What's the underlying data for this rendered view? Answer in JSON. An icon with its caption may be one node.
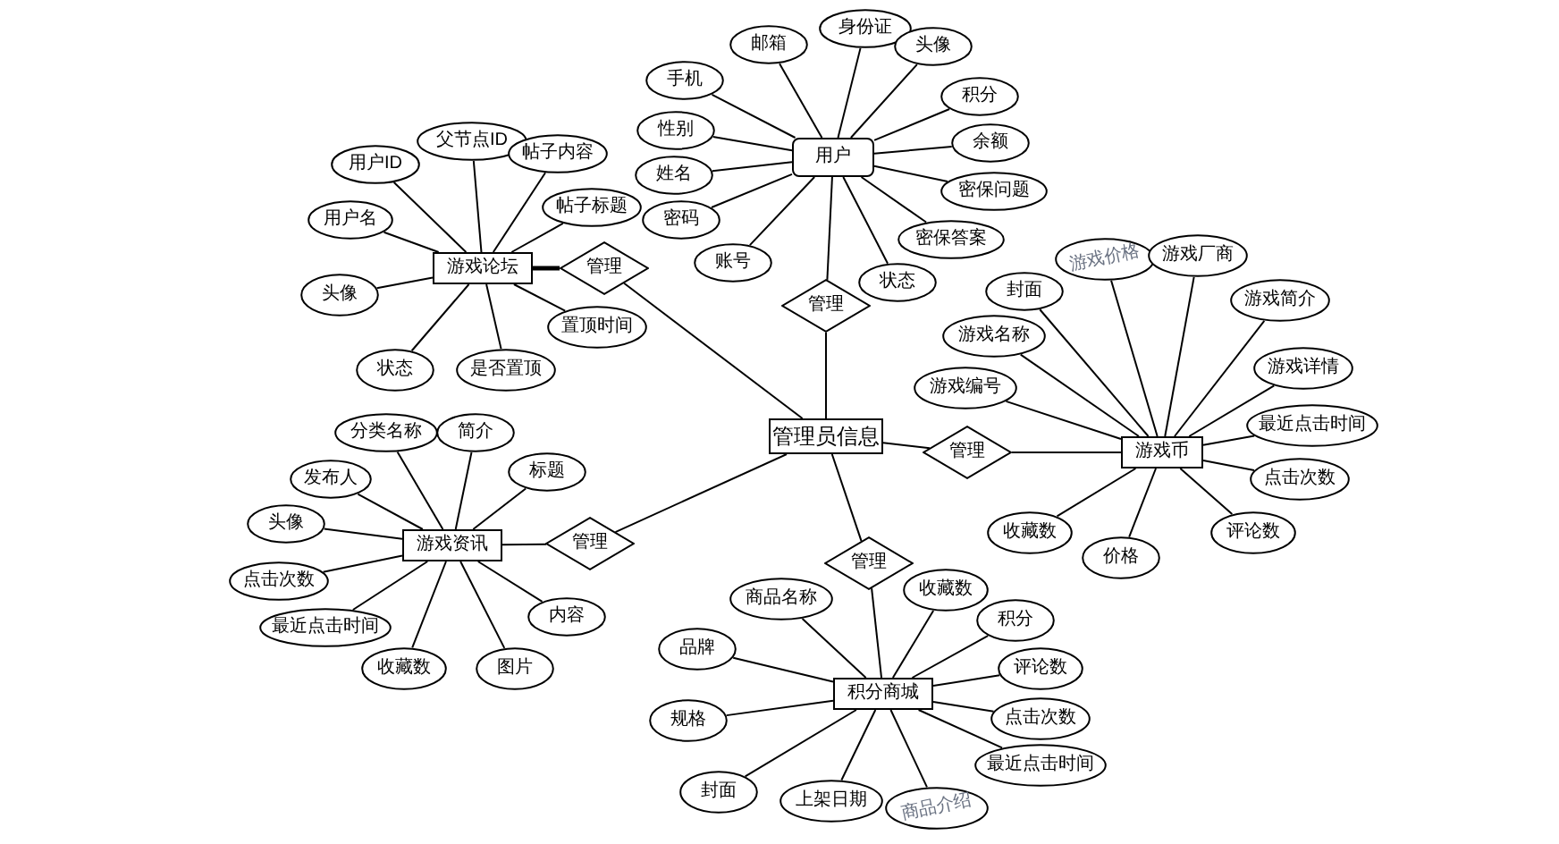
{
  "diagram": {
    "nodes": [
      {
        "text": [
          "管理员信息"
        ]
      },
      {
        "text": [
          "用户"
        ]
      },
      {
        "text": [
          "手机"
        ]
      },
      {
        "text": [
          "邮箱"
        ]
      },
      {
        "text": [
          "身份证"
        ]
      },
      {
        "text": [
          "头像"
        ]
      },
      {
        "text": [
          "积分"
        ]
      },
      {
        "text": [
          "余额"
        ]
      },
      {
        "text": [
          "密保问题"
        ]
      },
      {
        "text": [
          "密保答案"
        ]
      },
      {
        "text": [
          "状态"
        ]
      },
      {
        "text": [
          "账号"
        ]
      },
      {
        "text": [
          "密码"
        ]
      },
      {
        "text": [
          "姓名"
        ]
      },
      {
        "text": [
          "性别"
        ]
      },
      {
        "text": [
          "管理"
        ]
      },
      {
        "text": [
          "游戏论坛"
        ]
      },
      {
        "text": [
          "用户ID"
        ]
      },
      {
        "text": [
          "父节点ID"
        ]
      },
      {
        "text": [
          "帖子内容"
        ]
      },
      {
        "text": [
          "帖子标题"
        ]
      },
      {
        "text": [
          "用户名"
        ]
      },
      {
        "text": [
          "头像"
        ]
      },
      {
        "text": [
          "状态"
        ]
      },
      {
        "text": [
          "是否置顶"
        ]
      },
      {
        "text": [
          "置顶时间"
        ]
      },
      {
        "text": [
          "管理"
        ]
      },
      {
        "text": [
          "游戏资讯"
        ]
      },
      {
        "text": [
          "分类名称"
        ]
      },
      {
        "text": [
          "简介"
        ]
      },
      {
        "text": [
          "标题"
        ]
      },
      {
        "text": [
          "发布人"
        ]
      },
      {
        "text": [
          "头像"
        ]
      },
      {
        "text": [
          "点击次数"
        ]
      },
      {
        "text": [
          "最近点击时间"
        ]
      },
      {
        "text": [
          "收藏数"
        ]
      },
      {
        "text": [
          "图片"
        ]
      },
      {
        "text": [
          "内容"
        ]
      },
      {
        "text": [
          "管理"
        ]
      },
      {
        "text": [
          "游戏币"
        ]
      },
      {
        "text": [
          "封面"
        ]
      },
      {
        "text": [
          "游戏价格"
        ]
      },
      {
        "text": [
          "游戏厂商"
        ]
      },
      {
        "text": [
          "游戏简介"
        ]
      },
      {
        "text": [
          "游戏详情"
        ]
      },
      {
        "text": [
          "最近点击时间"
        ]
      },
      {
        "text": [
          "点击次数"
        ]
      },
      {
        "text": [
          "评论数"
        ]
      },
      {
        "text": [
          "价格"
        ]
      },
      {
        "text": [
          "收藏数"
        ]
      },
      {
        "text": [
          "游戏名称"
        ]
      },
      {
        "text": [
          "游戏编号"
        ]
      },
      {
        "text": [
          "管理"
        ]
      },
      {
        "text": [
          "积分商城"
        ]
      },
      {
        "text": [
          "管理"
        ]
      },
      {
        "text": [
          "商品名称"
        ]
      },
      {
        "text": [
          "收藏数"
        ]
      },
      {
        "text": [
          "积分"
        ]
      },
      {
        "text": [
          "评论数"
        ]
      },
      {
        "text": [
          "点击次数"
        ]
      },
      {
        "text": [
          "最近点击时间"
        ]
      },
      {
        "text": [
          "商品介绍"
        ]
      },
      {
        "text": [
          "上架日期"
        ]
      },
      {
        "text": [
          "封面"
        ]
      },
      {
        "text": [
          "规格"
        ]
      },
      {
        "text": [
          "品牌"
        ]
      }
    ],
    "edges": [
      {
        "from": 1,
        "to": 2,
        "arrow": "none"
      },
      {
        "from": 1,
        "to": 3,
        "arrow": "none"
      },
      {
        "from": 1,
        "to": 4,
        "arrow": "none"
      },
      {
        "from": 1,
        "to": 5,
        "arrow": "none"
      },
      {
        "from": 1,
        "to": 6,
        "arrow": "none"
      },
      {
        "from": 1,
        "to": 7,
        "arrow": "none"
      },
      {
        "from": 1,
        "to": 8,
        "arrow": "none"
      },
      {
        "from": 1,
        "to": 9,
        "arrow": "none"
      },
      {
        "from": 1,
        "to": 10,
        "arrow": "none"
      },
      {
        "from": 1,
        "to": 11,
        "arrow": "none"
      },
      {
        "from": 1,
        "to": 12,
        "arrow": "none"
      },
      {
        "from": 1,
        "to": 13,
        "arrow": "none"
      },
      {
        "from": 1,
        "to": 14,
        "arrow": "none"
      },
      {
        "from": 1,
        "to": 15,
        "arrow": "none"
      },
      {
        "from": 15,
        "to": 0,
        "arrow": "none"
      },
      {
        "from": 16,
        "to": 17,
        "arrow": "none"
      },
      {
        "from": 16,
        "to": 18,
        "arrow": "none"
      },
      {
        "from": 16,
        "to": 19,
        "arrow": "none"
      },
      {
        "from": 16,
        "to": 20,
        "arrow": "none"
      },
      {
        "from": 16,
        "to": 21,
        "arrow": "none"
      },
      {
        "from": 16,
        "to": 22,
        "arrow": "none"
      },
      {
        "from": 16,
        "to": 23,
        "arrow": "none"
      },
      {
        "from": 16,
        "to": 24,
        "arrow": "none"
      },
      {
        "from": 16,
        "to": 25,
        "arrow": "none"
      },
      {
        "from": 16,
        "to": 26,
        "arrow": "none",
        "style": "thick"
      },
      {
        "from": 26,
        "to": 0,
        "arrow": "none"
      },
      {
        "from": 27,
        "to": 28,
        "arrow": "none"
      },
      {
        "from": 27,
        "to": 29,
        "arrow": "none"
      },
      {
        "from": 27,
        "to": 30,
        "arrow": "none"
      },
      {
        "from": 27,
        "to": 31,
        "arrow": "none"
      },
      {
        "from": 27,
        "to": 32,
        "arrow": "none"
      },
      {
        "from": 27,
        "to": 33,
        "arrow": "none"
      },
      {
        "from": 27,
        "to": 34,
        "arrow": "none"
      },
      {
        "from": 27,
        "to": 35,
        "arrow": "none"
      },
      {
        "from": 27,
        "to": 36,
        "arrow": "none"
      },
      {
        "from": 27,
        "to": 37,
        "arrow": "none"
      },
      {
        "from": 27,
        "to": 38,
        "arrow": "none"
      },
      {
        "from": 38,
        "to": 0,
        "arrow": "none"
      },
      {
        "from": 39,
        "to": 40,
        "arrow": "none"
      },
      {
        "from": 39,
        "to": 41,
        "arrow": "none"
      },
      {
        "from": 39,
        "to": 42,
        "arrow": "none"
      },
      {
        "from": 39,
        "to": 43,
        "arrow": "none"
      },
      {
        "from": 39,
        "to": 44,
        "arrow": "none"
      },
      {
        "from": 39,
        "to": 45,
        "arrow": "none"
      },
      {
        "from": 39,
        "to": 46,
        "arrow": "none"
      },
      {
        "from": 39,
        "to": 47,
        "arrow": "none"
      },
      {
        "from": 39,
        "to": 48,
        "arrow": "none"
      },
      {
        "from": 39,
        "to": 49,
        "arrow": "none"
      },
      {
        "from": 39,
        "to": 50,
        "arrow": "none"
      },
      {
        "from": 39,
        "to": 51,
        "arrow": "none"
      },
      {
        "from": 39,
        "to": 52,
        "arrow": "none"
      },
      {
        "from": 52,
        "to": 0,
        "arrow": "none"
      },
      {
        "from": 0,
        "to": 54,
        "arrow": "none"
      },
      {
        "from": 54,
        "to": 53,
        "arrow": "none"
      },
      {
        "from": 53,
        "to": 55,
        "arrow": "none"
      },
      {
        "from": 53,
        "to": 56,
        "arrow": "none"
      },
      {
        "from": 53,
        "to": 57,
        "arrow": "none"
      },
      {
        "from": 53,
        "to": 58,
        "arrow": "none"
      },
      {
        "from": 53,
        "to": 59,
        "arrow": "none"
      },
      {
        "from": 53,
        "to": 60,
        "arrow": "none"
      },
      {
        "from": 53,
        "to": 61,
        "arrow": "none"
      },
      {
        "from": 53,
        "to": 62,
        "arrow": "none"
      },
      {
        "from": 53,
        "to": 63,
        "arrow": "none"
      },
      {
        "from": 53,
        "to": 64,
        "arrow": "none"
      },
      {
        "from": 53,
        "to": 65,
        "arrow": "none"
      }
    ]
  }
}
